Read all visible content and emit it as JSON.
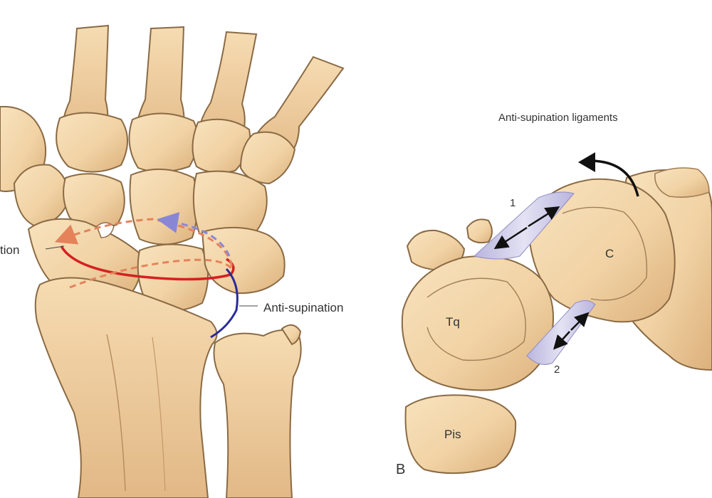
{
  "panel_a": {
    "label_rotation_partial": "tion",
    "label_anti_supination": "Anti-supination"
  },
  "panel_b": {
    "heading": "Anti-supination ligaments",
    "ligament_1": "1",
    "ligament_2": "2",
    "bone_capitate": "C",
    "bone_triquetrum": "Tq",
    "bone_pisiform": "Pis",
    "panel_letter": "B"
  },
  "colors": {
    "bone_fill": "#f1d3a5",
    "bone_shade": "#dcb07b",
    "bone_outline": "#8a6a44",
    "pronation_red": "#d62020",
    "orange_arc": "#e5825a",
    "purple_arrow": "#8a86d6",
    "anti_supination_blue": "#2a2a9a",
    "ligament_lavender": "#c9c6e4",
    "label_text": "#333333"
  }
}
